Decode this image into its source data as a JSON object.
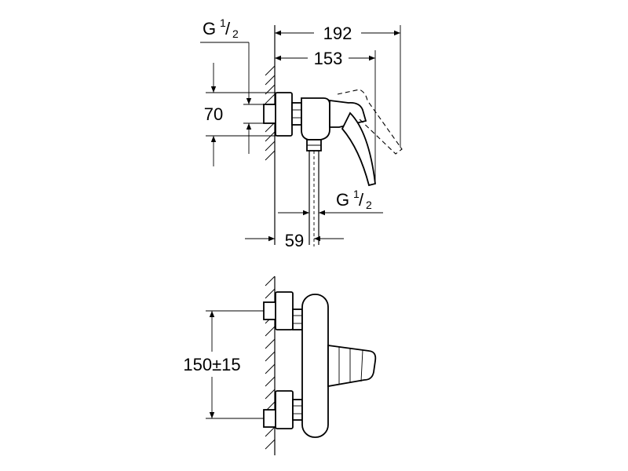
{
  "drawing": {
    "dimensions": {
      "overall_depth": "192",
      "handle_depth": "153",
      "inlet_height": "70",
      "outlet_offset": "59",
      "inlet_spacing": "150±15"
    },
    "threads": {
      "inlet": {
        "prefix": "G",
        "numerator": "1",
        "slash": "/",
        "denominator": "2"
      },
      "outlet": {
        "prefix": "G",
        "numerator": "1",
        "slash": "/",
        "denominator": "2"
      }
    }
  }
}
